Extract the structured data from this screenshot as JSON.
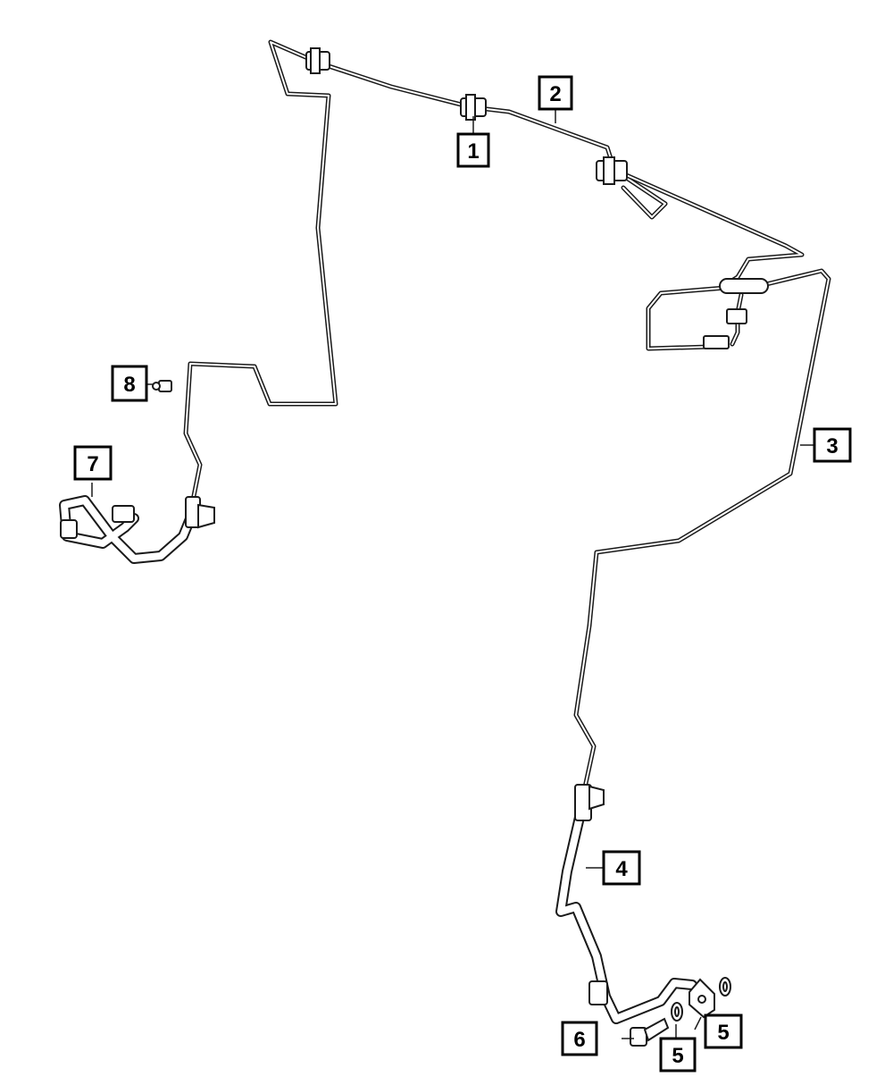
{
  "callouts": {
    "c1": "1",
    "c2": "2",
    "c3": "3",
    "c4": "4",
    "c5a": "5",
    "c5b": "5",
    "c6": "6",
    "c7": "7",
    "c8": "8"
  },
  "colors": {
    "line": "#1a1a1a",
    "background": "#ffffff"
  }
}
